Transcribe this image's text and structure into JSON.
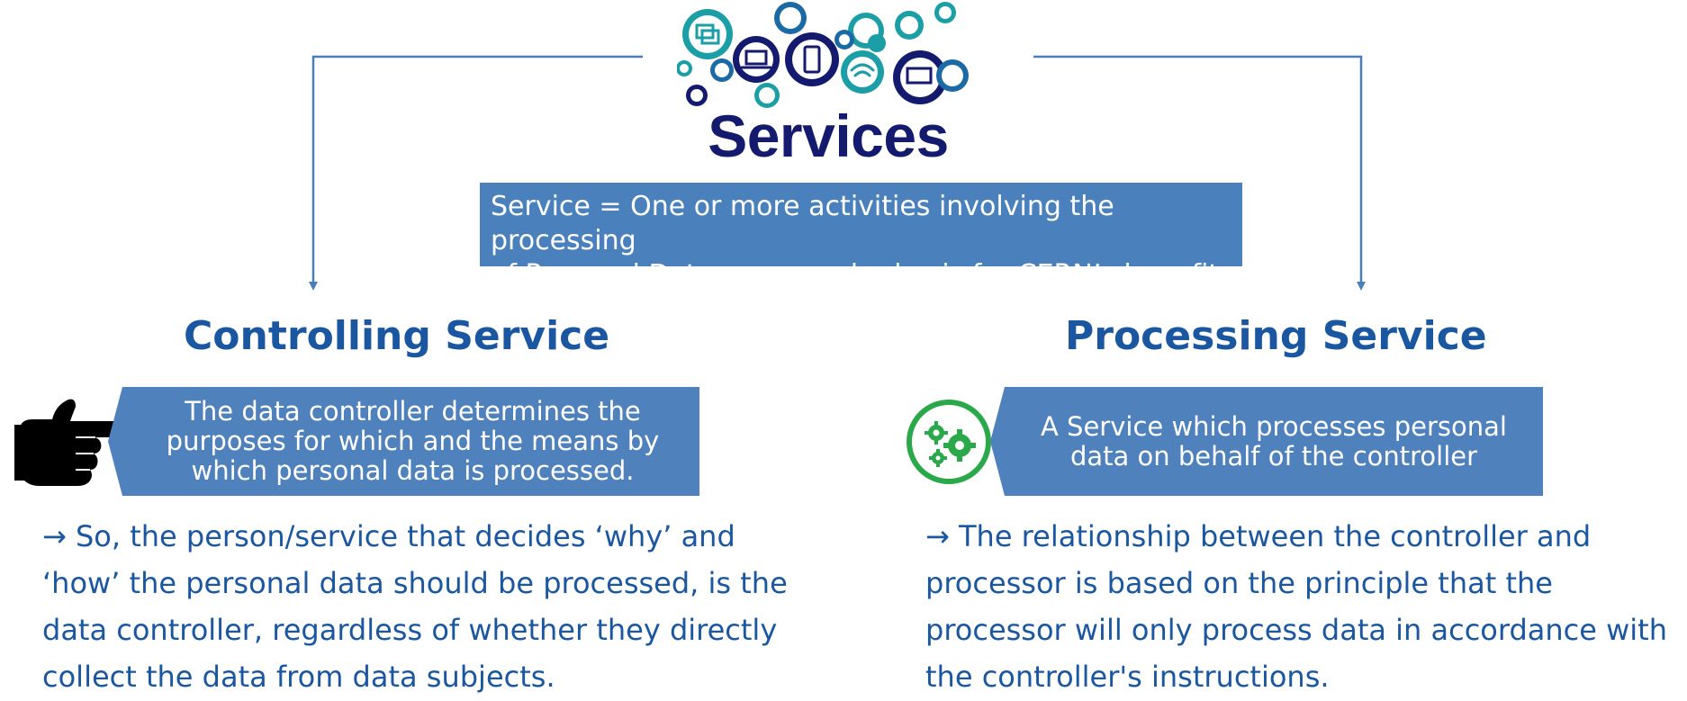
{
  "logo": {
    "title": "Services",
    "icon_name": "gears-services-icon",
    "colors": {
      "navy": "#141a6e",
      "teal": "#1b9ea5"
    }
  },
  "definition": {
    "line1": "Service = One or more activities involving the processing",
    "line2": "of Personal Data on a regular basis for CERN’s benefit",
    "background": "#4a81bd"
  },
  "controlling": {
    "heading": "Controlling Service",
    "icon_name": "pointing-hand-icon",
    "box_lines": [
      "The data controller determines the",
      "purposes for which and the means by",
      "which personal data is processed."
    ],
    "body_lines": [
      "→ So, the person/service that decides ‘why’ and",
      "‘how’ the personal data should be processed, is the",
      "data controller, regardless of whether they directly",
      "collect the data from data subjects."
    ]
  },
  "processing": {
    "heading": "Processing Service",
    "icon_name": "gears-circle-icon",
    "box_lines": [
      "A Service which processes personal",
      "data on behalf of the controller"
    ],
    "body_lines": [
      "→ The relationship between the controller and",
      "processor is based on the principle that the",
      "processor will only process data in accordance with",
      "the controller's instructions."
    ]
  },
  "colors": {
    "heading": "#1a57a0",
    "box": "#4f81bd",
    "connector": "#4a7ebb",
    "gear_green": "#2aa84a"
  }
}
